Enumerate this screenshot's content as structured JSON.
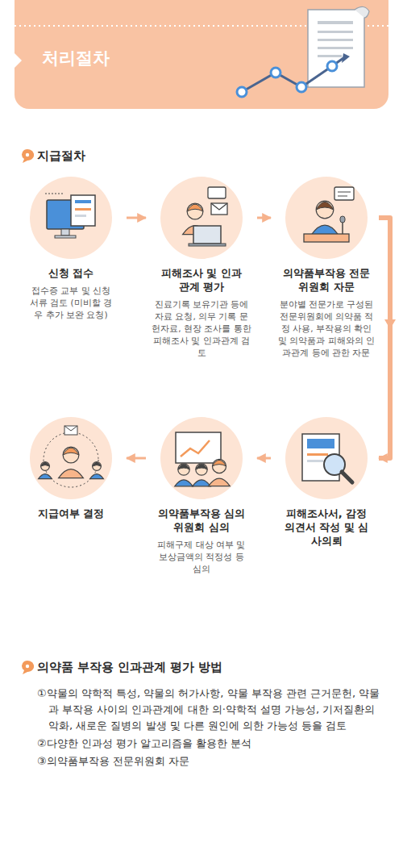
{
  "diagram": {
    "title": "처리절차",
    "nodes": [
      {
        "text": [
          "신청 접수",
          "접수증 교부 및 신청서류 검토 (미비할 경우 추가 보완 요청)"
        ]
      },
      {
        "text": [
          "피해조사 및 인과관계 평가",
          "진료기록 보유기관 등에 자료 요청, 의무 기록 문헌자료, 현장 조사를 통한 피해조사 및 인과관계 검토"
        ]
      },
      {
        "text": [
          "의약품부작용 전문위원회 자문",
          "분야별 전문가로 구성된 전문위원회에 의약품 적정 사용, 부작용의 확인 및 의약품과 피해와의 인과관계 등에 관한 자문"
        ]
      },
      {
        "text": [
          "피해조사서, 감정의견서 작성 및 심사의뢰"
        ]
      },
      {
        "text": [
          "의약품부작용 심의위원회 심의",
          "피해구제 대상 여부 및 보상금액의 적정성 등 심의"
        ]
      },
      {
        "text": [
          "지급여부 결정"
        ]
      }
    ],
    "edges": [
      {
        "from": 0,
        "to": 1,
        "arrow": "to"
      },
      {
        "from": 1,
        "to": 2,
        "arrow": "to"
      },
      {
        "from": 2,
        "to": 3,
        "arrow": "to"
      },
      {
        "from": 3,
        "to": 4,
        "arrow": "to"
      },
      {
        "from": 4,
        "to": 5,
        "arrow": "to"
      }
    ],
    "labels": [
      "지급절차",
      "의약품 부작용 인과관계 평가 방법",
      "①약물의 약학적 특성, 약물의 허가사항, 약물 부작용 관련 근거문헌, 약물과 부작용 사이의 인과관계에 대한 의·약학적 설명 가능성, 기저질환의 악화, 새로운 질병의 발생 및 다른 원인에 의한 가능성 등을 검토",
      "②다양한 인과성 평가 알고리즘을 활용한 분석",
      "③의약품부작용 전문위원회 자문"
    ]
  }
}
